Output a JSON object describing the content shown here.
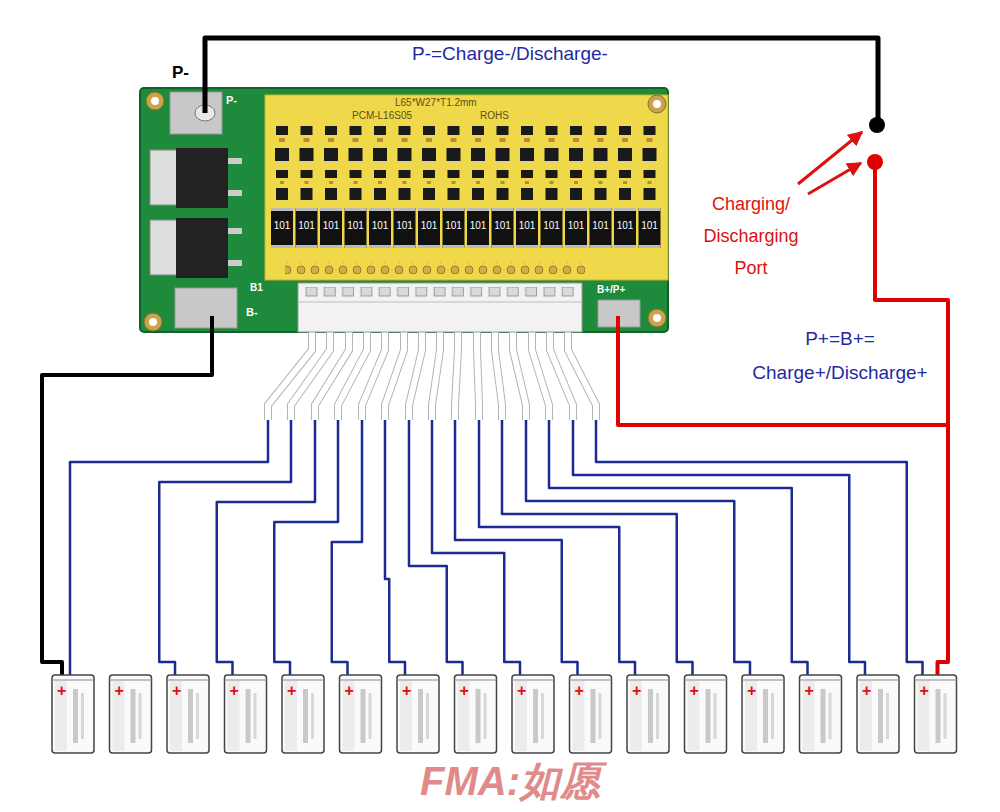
{
  "diagram": {
    "nodes": [
      {
        "text": [
          "P-",
          "B-",
          "B+/P+",
          "L65*W27*T1.2mm",
          "PCM-L16S05",
          "ROHS",
          "B1"
        ]
      },
      {
        "text": [
          "+"
        ]
      },
      {
        "text": [
          "+"
        ]
      },
      {
        "text": [
          "+"
        ]
      },
      {
        "text": [
          "+"
        ]
      },
      {
        "text": [
          "+"
        ]
      },
      {
        "text": [
          "+"
        ]
      },
      {
        "text": [
          "+"
        ]
      },
      {
        "text": [
          "+"
        ]
      },
      {
        "text": [
          "+"
        ]
      },
      {
        "text": [
          "+"
        ]
      },
      {
        "text": [
          "+"
        ]
      },
      {
        "text": [
          "+"
        ]
      },
      {
        "text": [
          "+"
        ]
      },
      {
        "text": [
          "+"
        ]
      },
      {
        "text": [
          "+"
        ]
      },
      {
        "text": [
          "+"
        ]
      }
    ],
    "edges": [
      {
        "from": 0,
        "to": 1,
        "arrow": "none"
      },
      {
        "from": 0,
        "to": 1,
        "arrow": "none"
      },
      {
        "from": 0,
        "to": 3,
        "arrow": "none"
      },
      {
        "from": 0,
        "to": 4,
        "arrow": "none"
      },
      {
        "from": 0,
        "to": 5,
        "arrow": "none"
      },
      {
        "from": 0,
        "to": 6,
        "arrow": "none"
      },
      {
        "from": 0,
        "to": 7,
        "arrow": "none"
      },
      {
        "from": 0,
        "to": 8,
        "arrow": "none"
      },
      {
        "from": 0,
        "to": 9,
        "arrow": "none"
      },
      {
        "from": 0,
        "to": 10,
        "arrow": "none"
      },
      {
        "from": 0,
        "to": 11,
        "arrow": "none"
      },
      {
        "from": 0,
        "to": 12,
        "arrow": "none"
      },
      {
        "from": 0,
        "to": 13,
        "arrow": "none"
      },
      {
        "from": 0,
        "to": 14,
        "arrow": "none"
      },
      {
        "from": 0,
        "to": 15,
        "arrow": "none"
      },
      {
        "from": 0,
        "to": 16,
        "arrow": "none"
      },
      {
        "from": 0,
        "to": 16,
        "arrow": "none"
      }
    ],
    "labels": [
      "P-",
      "P-=Charge-/Discharge-",
      "Charging/ Discharging Port",
      "P+=B+= Charge+/Discharge+",
      "101",
      "101",
      "101",
      "101",
      "101",
      "101",
      "101",
      "101",
      "101",
      "101",
      "101",
      "101",
      "101",
      "101",
      "101",
      "101",
      "FMA:如愿"
    ]
  }
}
